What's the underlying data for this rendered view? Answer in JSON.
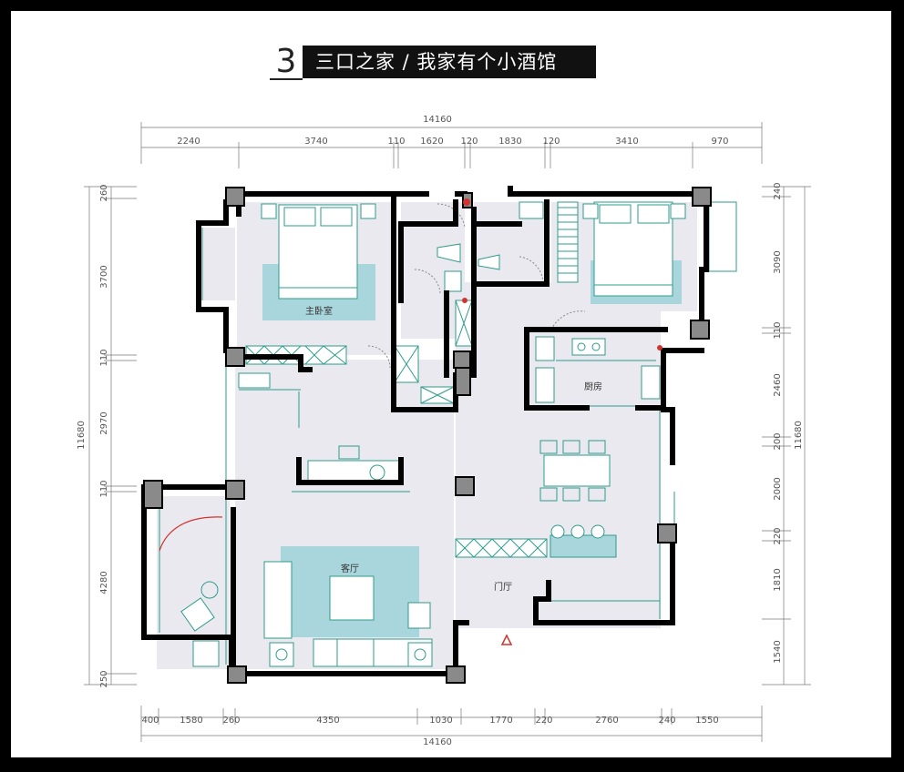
{
  "title": {
    "number": "3",
    "text": "三口之家 / 我家有个小酒馆"
  },
  "dimensions": {
    "top_total": "14160",
    "top_segments": [
      "2240",
      "3740",
      "110",
      "1620",
      "120",
      "1830",
      "120",
      "3410",
      "970"
    ],
    "bottom_total": "14160",
    "bottom_segments": [
      "400",
      "1580",
      "260",
      "4350",
      "1030",
      "1770",
      "220",
      "2760",
      "240",
      "1550"
    ],
    "left_total": "11680",
    "left_segments": [
      "260",
      "3700",
      "110",
      "2970",
      "110",
      "4280",
      "250"
    ],
    "right_total": "11680",
    "right_segments": [
      "240",
      "3090",
      "110",
      "2460",
      "200",
      "2000",
      "220",
      "1810",
      "1540"
    ]
  },
  "rooms": {
    "master_bedroom": "主卧室",
    "kitchen": "厨房",
    "living_room": "客厅",
    "entrance": "门厅"
  },
  "colors": {
    "wall": "#000000",
    "column": "#8a8a8a",
    "furniture_line": "#2e9c8c",
    "rug": "#a9d6dd",
    "floor": "#ebe9f0",
    "entry_marker": "#d0342c"
  }
}
